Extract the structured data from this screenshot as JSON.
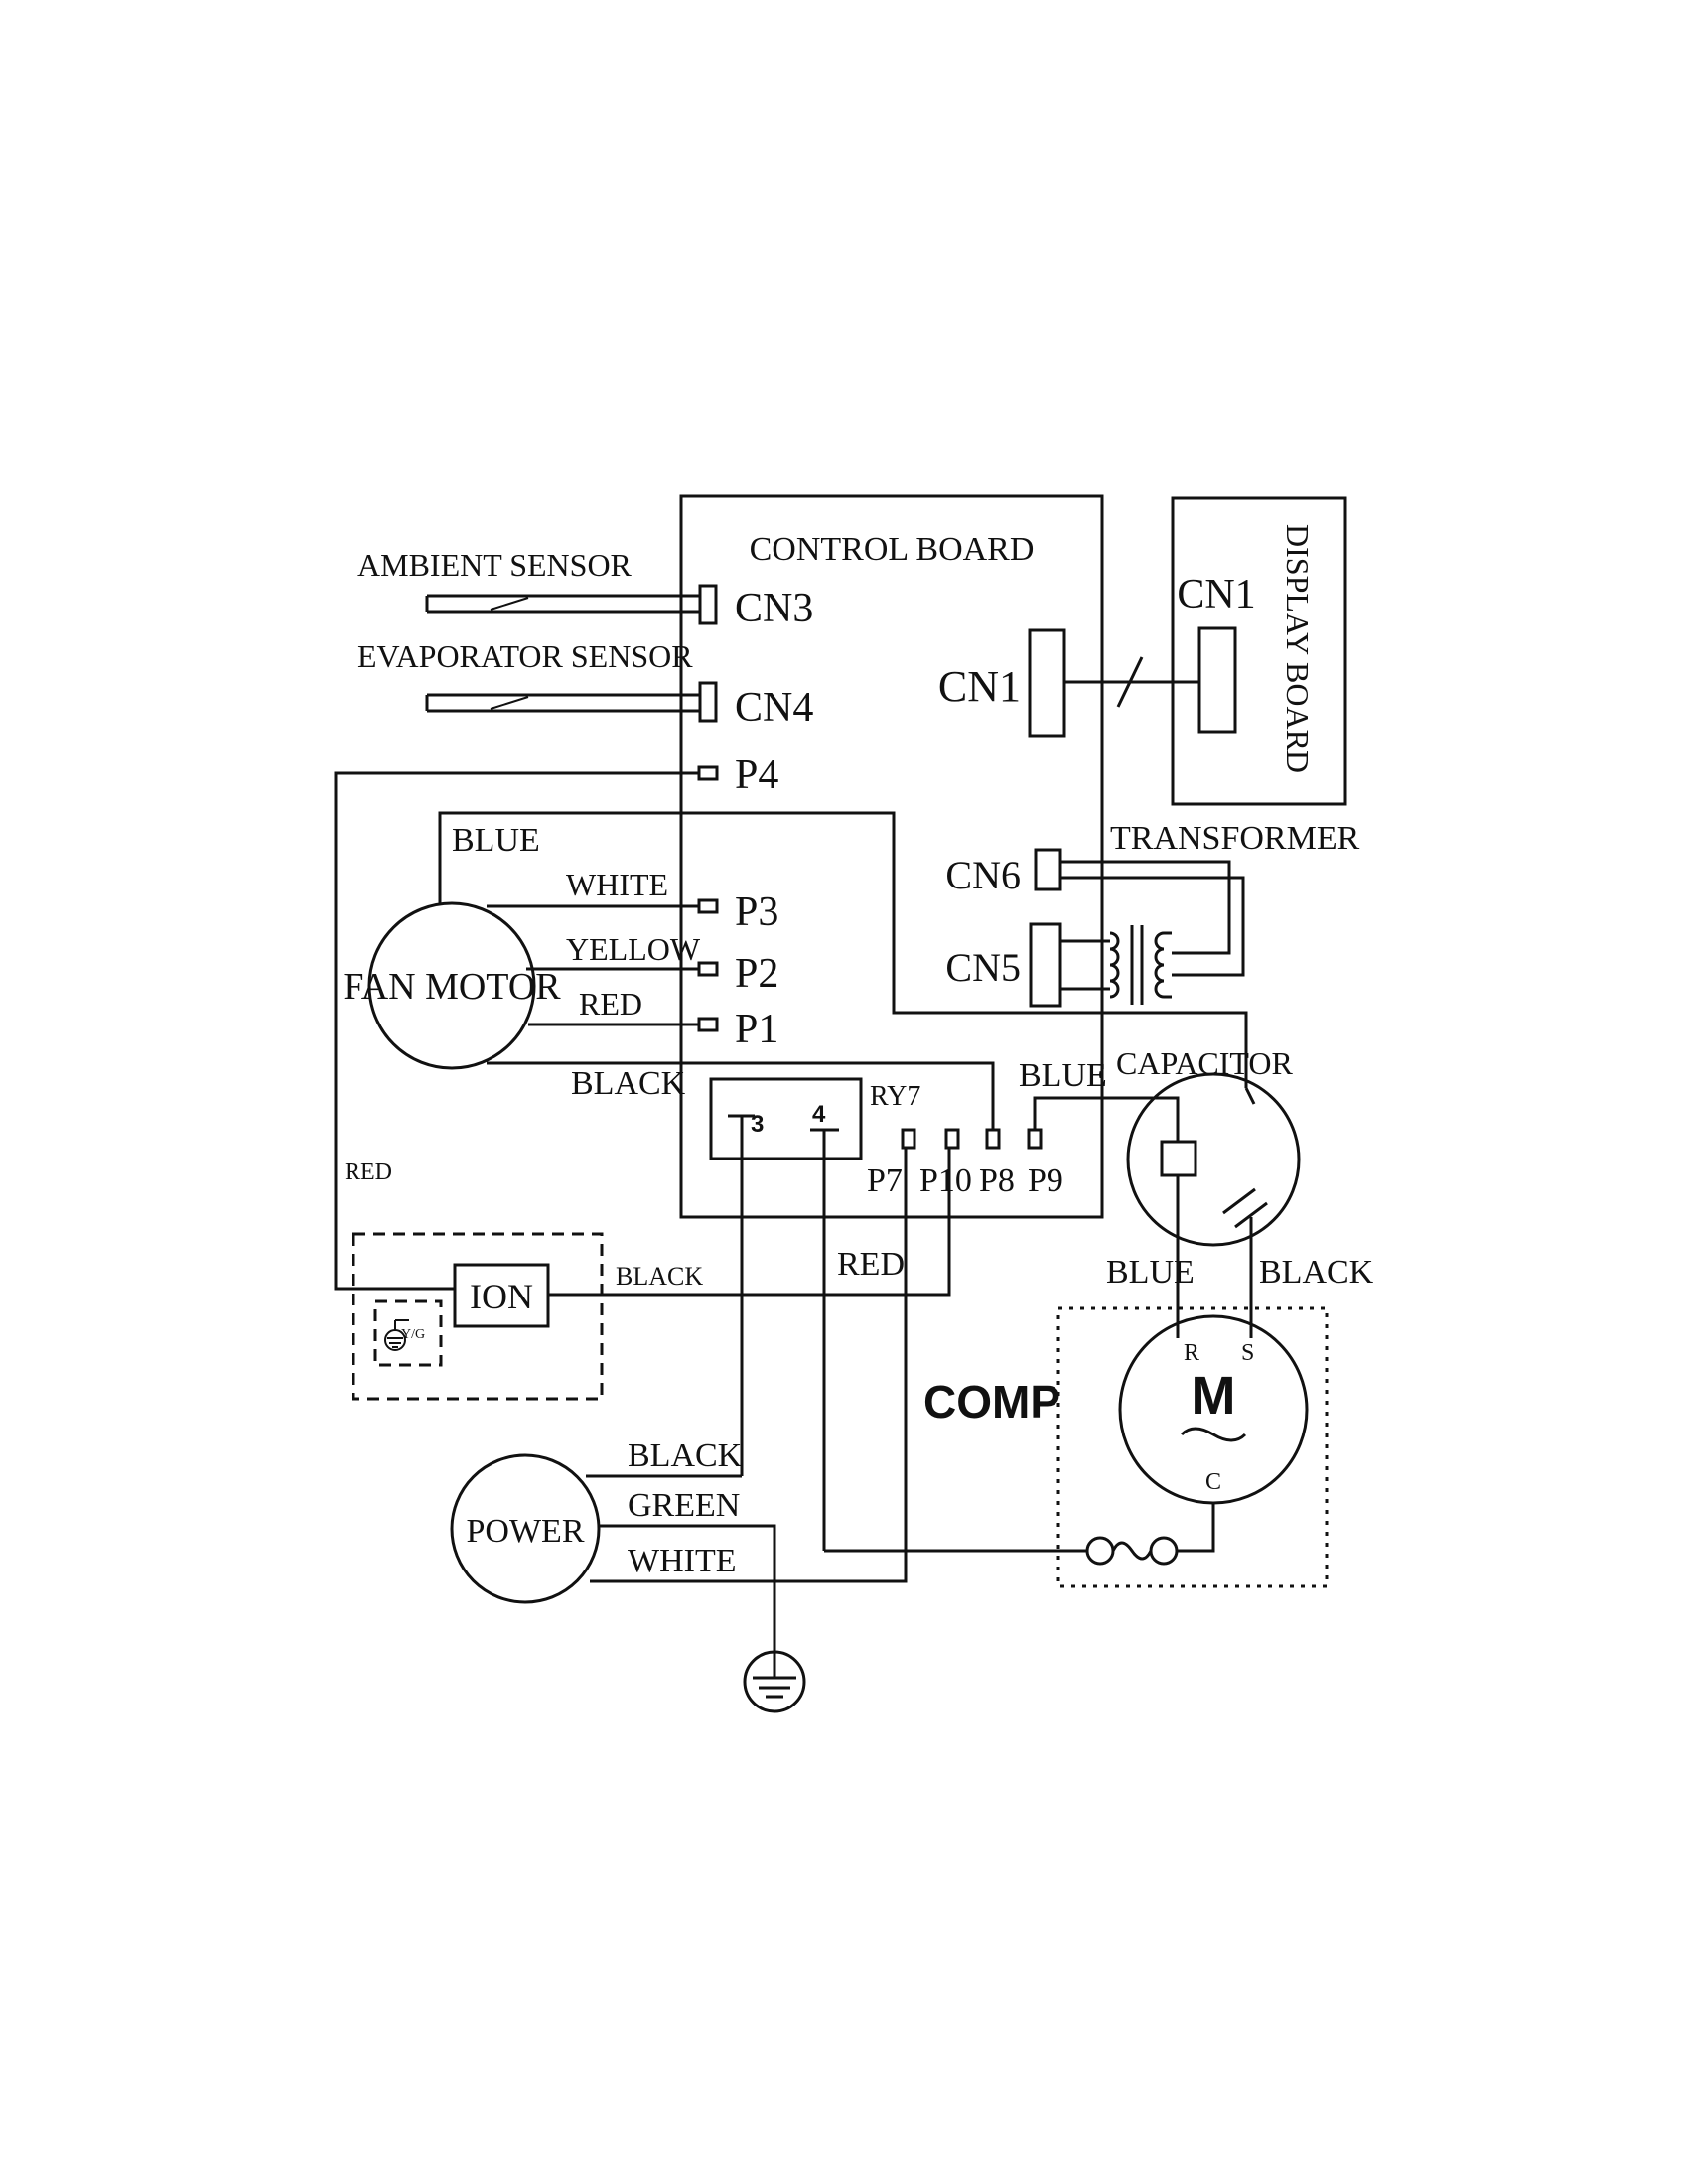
{
  "control_board": {
    "title": "CONTROL BOARD",
    "cn3": "CN3",
    "cn4": "CN4",
    "cn1": "CN1",
    "cn6": "CN6",
    "cn5": "CN5",
    "p4": "P4",
    "p3": "P3",
    "p2": "P2",
    "p1": "P1"
  },
  "display_board": {
    "title": "DISPLAY BOARD",
    "cn1": "CN1"
  },
  "sensors": {
    "ambient": "AMBIENT SENSOR",
    "evaporator": "EVAPORATOR SENSOR"
  },
  "fan_motor": {
    "label": "FAN MOTOR",
    "wire_blue": "BLUE",
    "wire_white": "WHITE",
    "wire_yellow": "YELLOW",
    "wire_red": "RED",
    "wire_black": "BLACK"
  },
  "relay": {
    "label": "RY7",
    "pin3": "3",
    "pin4": "4",
    "p7": "P7",
    "p10": "P10",
    "p8": "P8",
    "p9": "P9"
  },
  "transformer": {
    "label": "TRANSFORMER"
  },
  "capacitor": {
    "label": "CAPACITOR",
    "wire_blue_top": "BLUE",
    "wire_blue": "BLUE",
    "wire_black": "BLACK"
  },
  "ion": {
    "label": "ION",
    "wire_red": "RED",
    "wire_black": "BLACK",
    "wire_red_p10": "RED",
    "ground_tag": "Y/G"
  },
  "power": {
    "label": "POWER",
    "wire_black": "BLACK",
    "wire_green": "GREEN",
    "wire_white": "WHITE"
  },
  "compressor": {
    "label": "COMP",
    "motor": "M",
    "r": "R",
    "s": "S",
    "c": "C"
  }
}
